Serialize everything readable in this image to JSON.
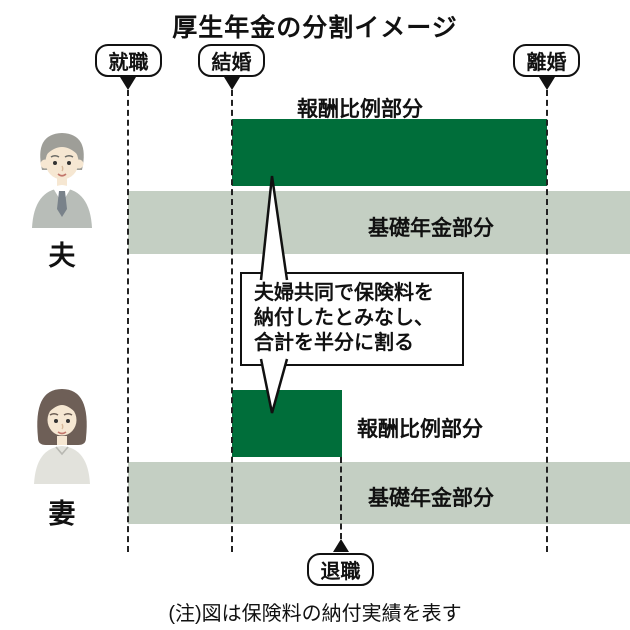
{
  "title": "厚生年金の分割イメージ",
  "colors": {
    "green": "#006e3a",
    "sage": "#c4cfc3",
    "ink": "#111111"
  },
  "milestones": {
    "employment": "就職",
    "marriage": "結婚",
    "divorce": "離婚",
    "retirement": "退職"
  },
  "husband": {
    "name": "夫",
    "proportional_label": "報酬比例部分",
    "basic_label": "基礎年金部分"
  },
  "wife": {
    "name": "妻",
    "proportional_label": "報酬比例部分",
    "basic_label": "基礎年金部分"
  },
  "callout": [
    "夫婦共同で保険料を",
    "納付したとみなし、",
    "合計を半分に割る"
  ],
  "note": "(注)図は保険料の納付実績を表す"
}
